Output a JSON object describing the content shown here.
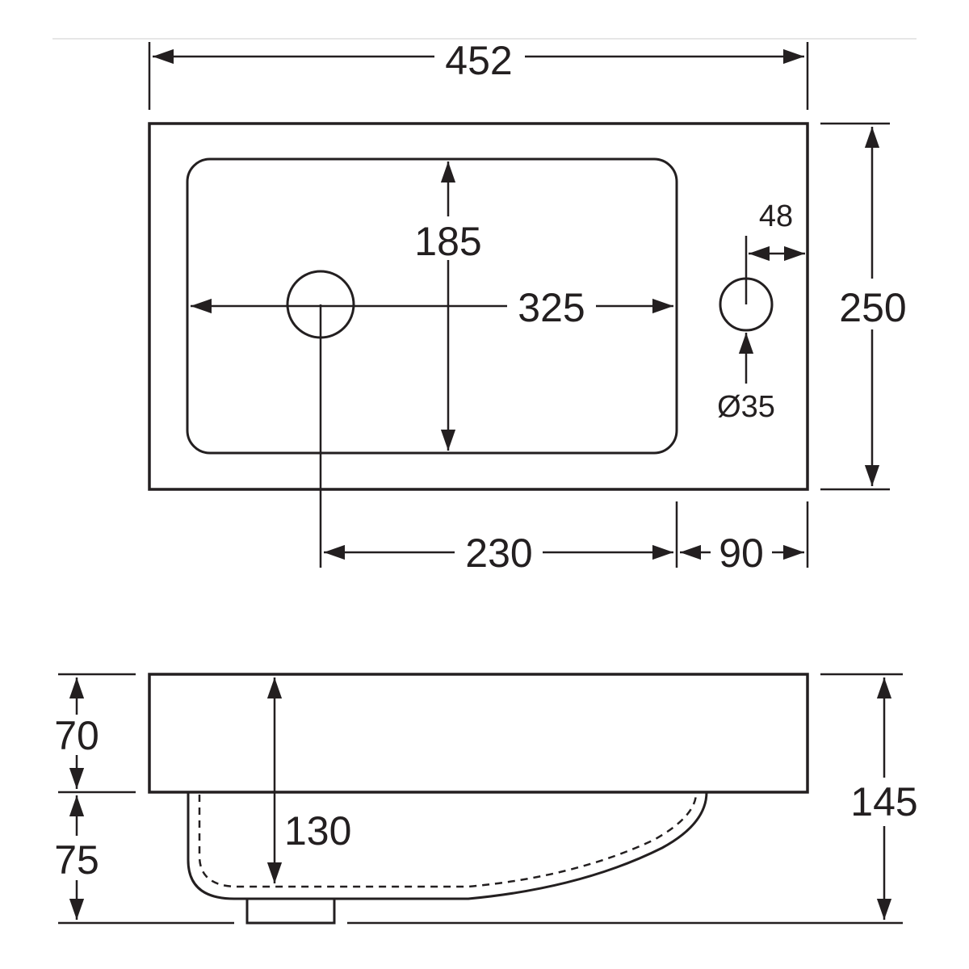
{
  "colors": {
    "ink": "#231f20",
    "background": "#ffffff"
  },
  "top_view": {
    "dims": {
      "overall_width": "452",
      "overall_depth": "250",
      "bowl_depth": "185",
      "bowl_width": "325",
      "tap_offset": "48",
      "tap_hole_diameter": "Ø35",
      "waste_to_tap": "230",
      "tap_to_edge": "90"
    }
  },
  "side_view": {
    "dims": {
      "top_height": "70",
      "bowl_height": "75",
      "inner_depth": "130",
      "overall_height": "145"
    }
  }
}
